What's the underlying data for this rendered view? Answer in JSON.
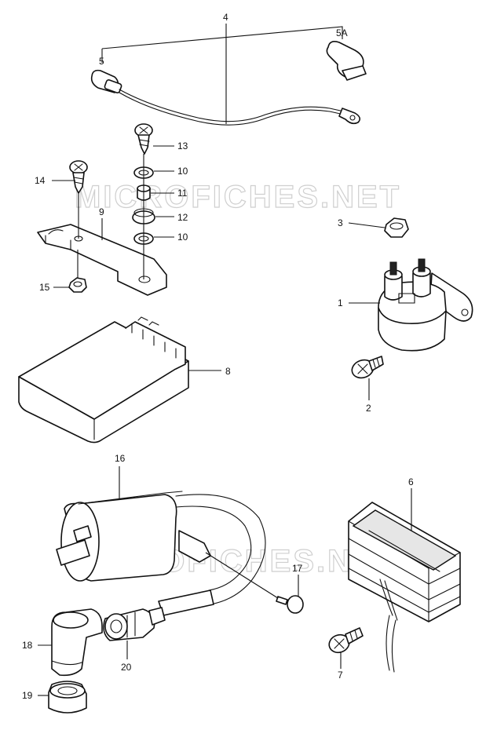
{
  "watermark": "MICROFICHES.NET",
  "callouts": {
    "c1": "1",
    "c2": "2",
    "c3": "3",
    "c4": "4",
    "c5": "5",
    "c5a": "5A",
    "c6": "6",
    "c7": "7",
    "c8": "8",
    "c9": "9",
    "c10a": "10",
    "c10b": "10",
    "c11": "11",
    "c12": "12",
    "c13": "13",
    "c14": "14",
    "c15": "15",
    "c16": "16",
    "c17": "17",
    "c18": "18",
    "c19": "19",
    "c20": "20"
  }
}
